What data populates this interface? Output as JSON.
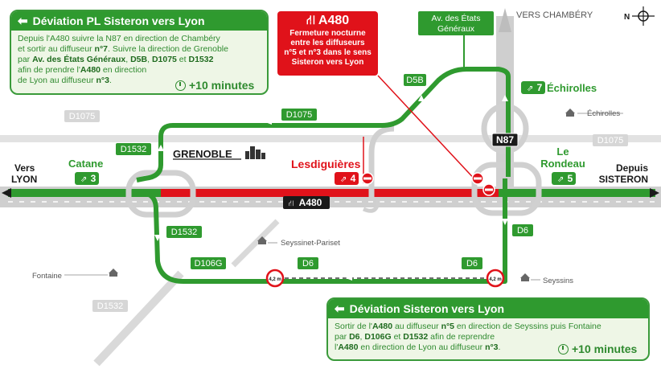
{
  "north_label": "VERS CHAMBÉRY",
  "top_deviation": {
    "title": "Déviation PL Sisteron vers Lyon",
    "line1": "Depuis l'A480 suivre la N87 en direction de Chambéry",
    "line2_a": "et sortir au diffuseur ",
    "line2_b": "n°7",
    "line2_c": ". Suivre la direction de Grenoble",
    "line3_a": "par ",
    "line3_b": "Av. des États Généraux",
    "line3_c": ", ",
    "line3_d": "D5B",
    "line3_e": ", ",
    "line3_f": "D1075",
    "line3_g": " et ",
    "line3_h": "D1532",
    "line4_a": "afin de prendre l'",
    "line4_b": "A480",
    "line4_c": " en direction",
    "line5_a": "de Lyon au diffuseur ",
    "line5_b": "n°3",
    "line5_c": ".",
    "time": "+10 minutes"
  },
  "closure": {
    "road": "A480",
    "text_line1": "Fermeture nocturne",
    "text_line2": "entre les diffuseurs",
    "text_line3": "n°5 et n°3 dans le sens",
    "text_line4": "Sisteron vers Lyon"
  },
  "bottom_deviation": {
    "title": "Déviation Sisteron vers Lyon",
    "line1_a": "Sortir de l'",
    "line1_b": "A480",
    "line1_c": " au diffuseur ",
    "line1_d": "n°5",
    "line1_e": " en direction de Seyssins puis Fontaine",
    "line2_a": "par ",
    "line2_b": "D6",
    "line2_c": ", ",
    "line2_d": "D106G",
    "line2_e": " et ",
    "line2_f": "D1532",
    "line2_g": " afin de reprendre",
    "line3_a": "l'",
    "line3_b": "A480",
    "line3_c": " en direction de Lyon au diffuseur ",
    "line3_d": "n°3",
    "line3_e": ".",
    "time": "+10 minutes"
  },
  "places": {
    "etats_generaux_1": "Av. des États",
    "etats_generaux_2": "Généraux",
    "echirolles": "Échirolles",
    "grenoble": "GRENOBLE",
    "lesdiguieres": "Lesdiguières",
    "catane": "Catane",
    "le_rondeau_1": "Le",
    "le_rondeau_2": "Rondeau",
    "echirolles_town": "Échirolles",
    "seyssinet": "Seyssinet-Pariset",
    "fontaine": "Fontaine",
    "seyssins": "Seyssins",
    "vers_lyon_1": "Vers",
    "vers_lyon_2": "LYON",
    "depuis_1": "Depuis",
    "depuis_2": "SISTERON"
  },
  "roads": {
    "d5b": "D5B",
    "d1075_top": "D1075",
    "d1075_grey_left": "D1075",
    "d1075_grey_right": "D1075",
    "d1532_top": "D1532",
    "d1532_mid": "D1532",
    "d1532_grey": "D1532",
    "d106g": "D106G",
    "d6_left": "D6",
    "d6_right": "D6",
    "d6_vertical": "D6",
    "a480": "A480",
    "n87": "N87"
  },
  "exits": {
    "exit7": "7",
    "exit3": "3",
    "exit4": "4",
    "exit5": "5"
  },
  "height_limit": "4,2 m",
  "colors": {
    "green": "#2f9a2f",
    "red": "#e0121a",
    "grey_road": "#c8c8c8",
    "box_bg": "#eef6e6"
  }
}
